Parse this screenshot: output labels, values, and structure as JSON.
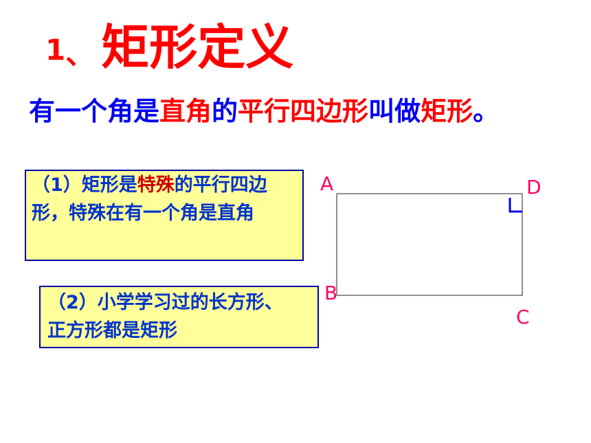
{
  "title": {
    "number": "1",
    "separator": "、",
    "text": "矩形定义"
  },
  "definition": {
    "p1": "有一个角是",
    "p2": "直角",
    "p3": "的",
    "p4": "平行四边形",
    "p5": "叫做",
    "p6": "矩形",
    "p7": "。"
  },
  "note1": {
    "p1": "（1）矩形是",
    "p2": "特殊",
    "p3": "的平行四边形，特殊在有一个角是直角"
  },
  "note2": {
    "line1": "（2）小学学习过的长方形、",
    "line2": "正方形都是矩形"
  },
  "figure": {
    "labels": {
      "A": "A",
      "B": "B",
      "C": "C",
      "D": "D"
    },
    "colors": {
      "label": "#ff0066",
      "outline": "#555555",
      "right_angle": "#0000ee"
    }
  }
}
